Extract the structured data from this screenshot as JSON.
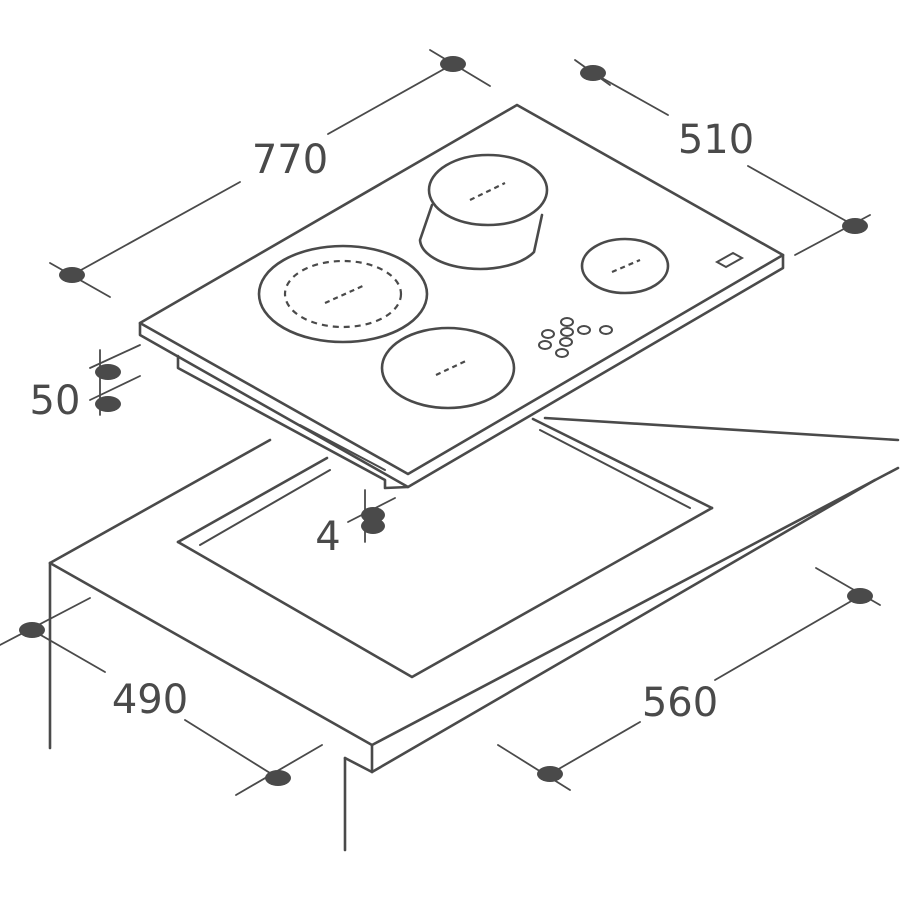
{
  "diagram": {
    "dimensions": {
      "width_top": "770",
      "depth_top": "510",
      "height": "50",
      "gap": "4",
      "cutout_width": "560",
      "cutout_depth": "490"
    },
    "colors": {
      "stroke": "#4a4a4a",
      "background": "#ffffff"
    },
    "icons": [
      "measurement-dot-icon",
      "pan-icon",
      "control-buttons-icon"
    ]
  }
}
